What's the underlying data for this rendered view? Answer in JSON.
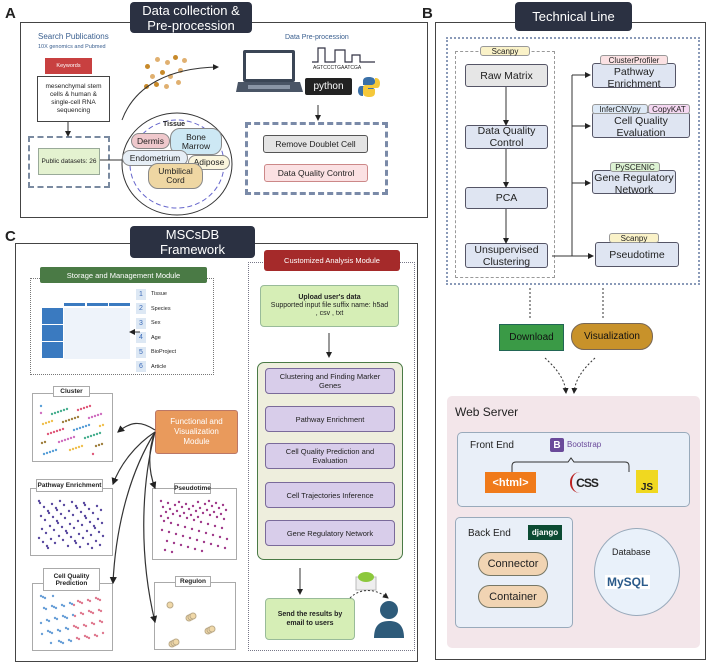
{
  "panel_labels": {
    "a": "A",
    "b": "B",
    "c": "C"
  },
  "panel_a": {
    "title": "Data collection & Pre-procession",
    "search_title": "Search Publications",
    "search_subtitle": "10X genomics and Pubmed",
    "keywords_label": "Keywords",
    "keywords_text": "mesenchymal stem cells & human & single-cell RNA sequencing",
    "public_datasets": "Public datasets: 26",
    "tissue_title": "Tissue",
    "tissues": [
      "Dermis",
      "Bone Marrow",
      "Endometrium",
      "Adipose",
      "Umbilical Cord"
    ],
    "preprocess_title": "Data Pre-procession",
    "sequence": "AGTCCCTGAATCGA",
    "python_label": "python",
    "steps": [
      "Remove Doublet Cell",
      "Data Quality Control"
    ]
  },
  "panel_b": {
    "title": "Technical Line",
    "scanpy_tag": "Scanpy",
    "pipeline": [
      "Raw Matrix",
      "Data Quality Control",
      "PCA",
      "Unsupervised Clustering"
    ],
    "analyses": [
      {
        "label": "Pathway Enrichment",
        "tags": [
          "ClusterProfiler"
        ]
      },
      {
        "label": "Cell Quality Evaluation",
        "tags": [
          "InferCNVpy",
          "CopyKAT"
        ]
      },
      {
        "label": "Gene Regulatory Network",
        "tags": [
          "PySCENIC"
        ]
      },
      {
        "label": "Pseudotime",
        "tags": [
          "Scanpy"
        ]
      }
    ],
    "download": "Download",
    "visualization": "Visualization",
    "web_server": "Web Server",
    "front_end": "Front End",
    "bootstrap": "Bootstrap",
    "bootstrap_logo": "B",
    "html_logo": "<html>",
    "css_logo": "CSS",
    "js_logo": "JS",
    "back_end": "Back End",
    "django_logo": "django",
    "connector": "Connector",
    "container": "Container",
    "database": "Database",
    "mysql_logo": "MySQL"
  },
  "panel_c": {
    "title": "MSCsDB Framework",
    "storage_title": "Storage and Management Module",
    "fields": [
      {
        "n": "1",
        "label": "Tissue"
      },
      {
        "n": "2",
        "label": "Species"
      },
      {
        "n": "3",
        "label": "Sex"
      },
      {
        "n": "4",
        "label": "Age"
      },
      {
        "n": "5",
        "label": "BioProject"
      },
      {
        "n": "6",
        "label": "Article"
      }
    ],
    "functional": "Functional and Visualization Module",
    "viz_panels": [
      "Cluster",
      "Pathway Enrichment",
      "Pseudotime",
      "Cell Quality Prediction",
      "Regulon"
    ],
    "custom_title": "Customized Analysis Module",
    "upload_bold": "Upload user's data",
    "upload_text": "Supported input file suffix name: h5ad , csv , txt",
    "analysis_steps": [
      "Clustering and Finding Marker Genes",
      "Pathway Enrichment",
      "Cell Quality Prediction and Evaluation",
      "Cell Trajectories Inference",
      "Gene Regulatory Network"
    ],
    "send_results": "Send the results by email to users"
  },
  "colors": {
    "title_bg": "#2b3142",
    "storage_green": "#4a7a45",
    "custom_red": "#a52a2a",
    "functional_orange": "#e99a5c",
    "download_green": "#3a9a46",
    "visualization_ochre": "#c8922a",
    "web_server_bg": "#f3e6ea"
  }
}
